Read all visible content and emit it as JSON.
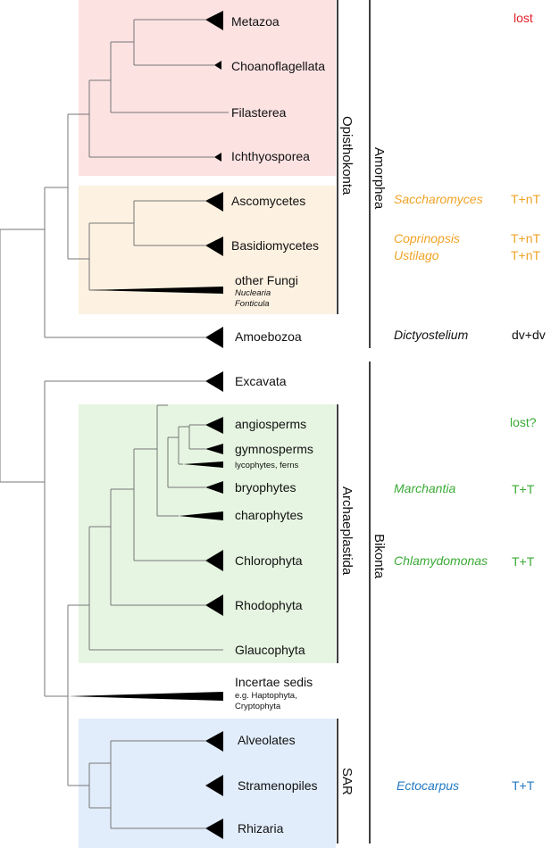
{
  "colors": {
    "opisthokonta_metazoa_bg": "#fde2e2",
    "fungi_bg": "#fdf1e1",
    "archaeplastida_bg": "#e6f5e1",
    "sar_bg": "#e2edfb",
    "red": "#e5202a",
    "orange": "#f0a326",
    "green": "#3aaa35",
    "blue": "#2479c2"
  },
  "taxa": {
    "metazoa": "Metazoa",
    "choanoflagellata": "Choanoflagellata",
    "filasterea": "Filasterea",
    "ichthyosporea": "Ichthyosporea",
    "ascomycetes": "Ascomycetes",
    "basidiomycetes": "Basidiomycetes",
    "other_fungi": "other Fungi",
    "nuclearia": "Nuclearia",
    "fonticula": "Fonticula",
    "amoebozoa": "Amoebozoa",
    "excavata": "Excavata",
    "angiosperms": "angiosperms",
    "gymnosperms": "gymnosperms",
    "lycophytes": "lycophytes, ferns",
    "bryophytes": "bryophytes",
    "charophytes": "charophytes",
    "chlorophyta": "Chlorophyta",
    "rhodophyta": "Rhodophyta",
    "glaucophyta": "Glaucophyta",
    "incertae": "Incertae sedis",
    "incertae_eg1": "e.g. Haptophyta,",
    "incertae_eg2": "Cryptophyta",
    "alveolates": "Alveolates",
    "stramenopiles": "Stramenopiles",
    "rhizaria": "Rhizaria"
  },
  "groups": {
    "opisthokonta": "Opisthokonta",
    "amorphea": "Amorphea",
    "archaeplastida": "Archaeplastida",
    "bikonta": "Bikonta",
    "sar": "SAR"
  },
  "organisms": {
    "saccharomyces": "Saccharomyces",
    "coprinopsis": "Coprinopsis",
    "ustilago": "Ustilago",
    "dictyostelium": "Dictyostelium",
    "marchantia": "Marchantia",
    "chlamydomonas": "Chlamydomonas",
    "ectocarpus": "Ectocarpus"
  },
  "status": {
    "metazoa": "lost",
    "saccharomyces": "T+nT",
    "coprinopsis": "T+nT",
    "ustilago": "T+nT",
    "dictyostelium": "dv+dv",
    "angiosperms": "lost?",
    "marchantia": "T+T",
    "chlamydomonas": "T+T",
    "ectocarpus": "T+T"
  }
}
